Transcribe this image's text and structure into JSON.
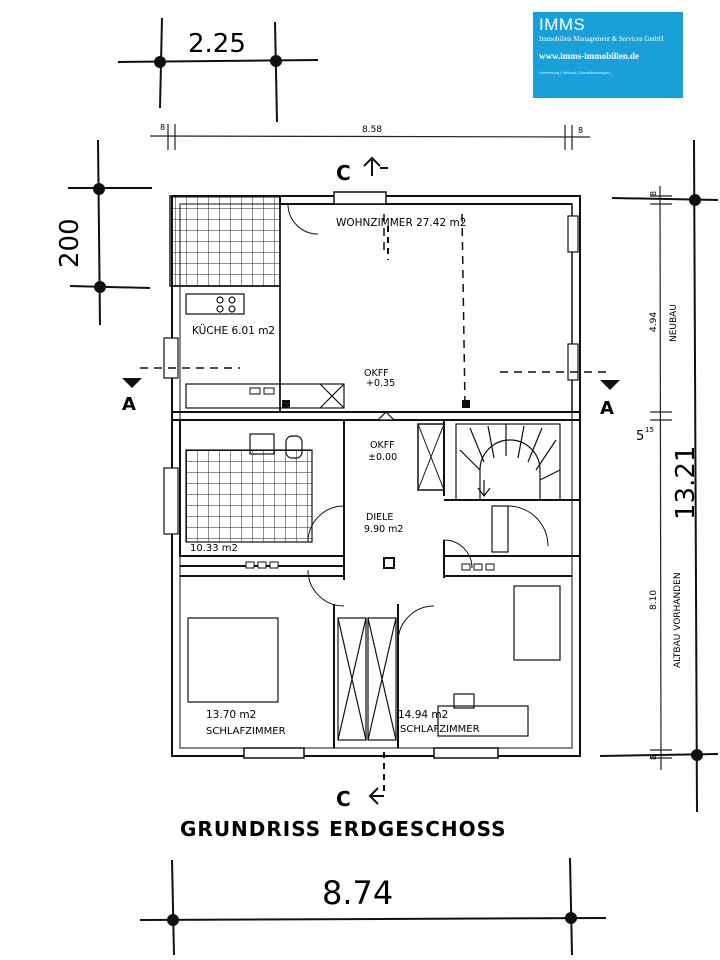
{
  "logo": {
    "brand": "IMMS",
    "company": "Immobilien Management & Services GmbH",
    "url": "www.imms-immobilien.de",
    "services": "Vermietung | Verkauf | Dienstleistungen |"
  },
  "plan": {
    "title": "GRUNDRISS ERDGESCHOSS",
    "section_c_top": "C",
    "section_c_bottom": "C",
    "section_a_left": "A",
    "section_a_right": "A",
    "dim_top_total": "8.58",
    "dim_wall_left": "8",
    "dim_wall_right": "8",
    "dim_right_upper": "4.94",
    "dim_right_mid": "5",
    "dim_right_mid_sup": "15",
    "dim_right_lower": "8.10",
    "dim_right_wall_top": "8",
    "dim_right_wall_bottom": "8",
    "label_neubau": "NEUBAU",
    "label_altbau": "ALTBAU VORHANDEN",
    "hand_top": "2.25",
    "hand_left": "200",
    "hand_right": "13.21",
    "hand_bottom": "8.74"
  },
  "rooms": {
    "wohnzimmer": "WOHNZIMMER 27.42 m2",
    "kueche": "KÜCHE 6.01 m2",
    "okff_upper_a": "OKFF",
    "okff_upper_b": "+0.35",
    "okff_lower_a": "OKFF",
    "okff_lower_b": "±0.00",
    "bad": "10.33 m2",
    "diele_a": "DIELE",
    "diele_b": "9.90 m2",
    "schlaf1_area": "13.70 m2",
    "schlaf1_name": "SCHLAFZIMMER",
    "schlaf2_area": "14.94 m2",
    "schlaf2_name": "SCHLAFZIMMER"
  }
}
